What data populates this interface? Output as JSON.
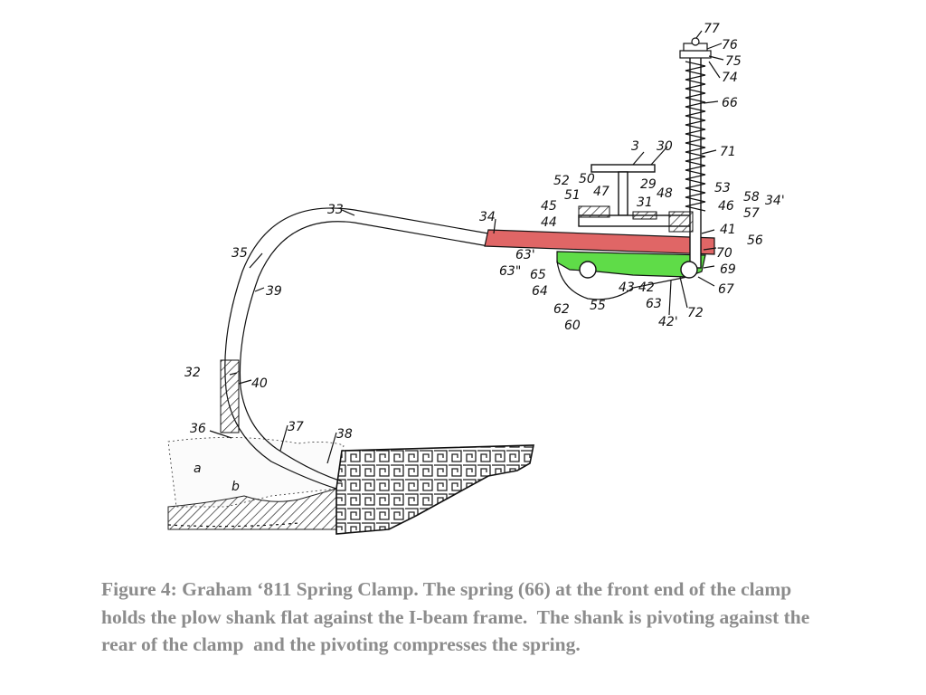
{
  "caption": "Figure 4: Graham ‘811 Spring Clamp. The spring (66) at the front end of the clamp holds the plow shank flat against the I-beam frame.  The shank is pivoting against the rear of the clamp  and the pivoting compresses the spring.",
  "diagram": {
    "colors": {
      "shank_highlight": "#e06666",
      "clamp_highlight": "#5fdc48",
      "line": "#111111"
    },
    "labels": {
      "l77": "77",
      "l76": "76",
      "l75": "75",
      "l74": "74",
      "l66": "66",
      "l71": "71",
      "l3": "3",
      "l30": "30",
      "l52": "52",
      "l50": "50",
      "l51": "51",
      "l47": "47",
      "l29": "29",
      "l31": "31",
      "l48": "48",
      "l53": "53",
      "l45": "45",
      "l44": "44",
      "l46": "46",
      "l58": "58",
      "l34p": "34'",
      "l57": "57",
      "l41": "41",
      "l56": "56",
      "l33": "33",
      "l34": "34",
      "l35": "35",
      "l39": "39",
      "l63p": "63'",
      "l63pp": "63\"",
      "l65": "65",
      "l64": "64",
      "l70": "70",
      "l69": "69",
      "l67": "67",
      "l43": "43",
      "l42": "42",
      "l62": "62",
      "l55": "55",
      "l63": "63",
      "l60": "60",
      "l42p": "42'",
      "l72": "72",
      "l32": "32",
      "l40": "40",
      "l36": "36",
      "l37": "37",
      "l38": "38",
      "la": "a",
      "lb": "b"
    }
  }
}
